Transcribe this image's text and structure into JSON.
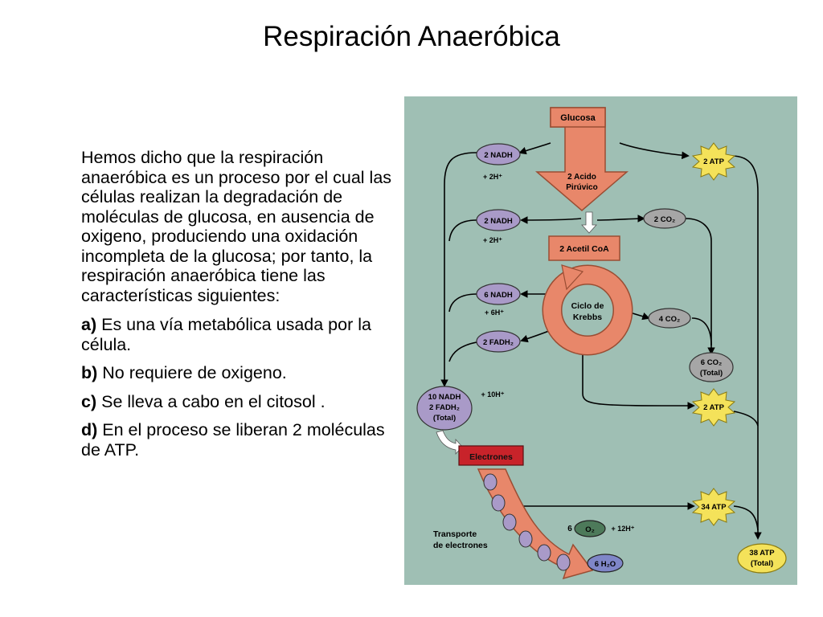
{
  "slide": {
    "title": "Respiración Anaeróbica",
    "intro": "Hemos dicho que la respiración anaeróbica es un proceso por el cual las células  realizan la degradación de moléculas  de glucosa, en ausencia  de oxigeno, produciendo una oxidación incompleta de la glucosa; por tanto, la respiración anaeróbica tiene las características siguientes:",
    "points": [
      {
        "letter": "a)",
        "text": " Es una vía  metabólica usada por la célula."
      },
      {
        "letter": "b)",
        "text": " No requiere  de oxigeno."
      },
      {
        "letter": "c)",
        "text": " Se lleva a cabo  en el citosol ."
      },
      {
        "letter": "d)",
        "text": " En el proceso se liberan 2 moléculas  de ATP."
      }
    ]
  },
  "diagram": {
    "colors": {
      "background": "#9fbfb4",
      "salmon": "#e8876a",
      "salmon_border": "#9a4d33",
      "nadh_fill": "#a99ac8",
      "co2_fill": "#a6a6a6",
      "atp_fill": "#f4e25a",
      "electrones_fill": "#c8232a",
      "oxygen_fill": "#4d7a5a",
      "water_fill": "#7f86c8",
      "arrow": "#000000"
    },
    "glucosa": "Glucosa",
    "acido_line1": "2 Acido",
    "acido_line2": "Pirúvico",
    "acetil": "2 Acetil CoA",
    "ciclo_line1": "Ciclo de",
    "ciclo_line2": "Krebbs",
    "nadh1": "2 NADH",
    "h1": "+ 2H⁺",
    "nadh2": "2 NADH",
    "h2": "+ 2H⁺",
    "nadh3": "6 NADH",
    "h3": "+ 6H⁺",
    "fadh": "2 FADH₂",
    "total_line1": "10 NADH",
    "total_line2": "2 FADH₂",
    "total_line3": "(Total)",
    "h_total": "+ 10H⁺",
    "co2_a": "2 CO₂",
    "co2_b": "4 CO₂",
    "co2_total_line1": "6 CO₂",
    "co2_total_line2": "(Total)",
    "atp1": "2 ATP",
    "atp2": "2 ATP",
    "atp3": "34 ATP",
    "atp_total_line1": "38 ATP",
    "atp_total_line2": "(Total)",
    "electrones": "Electrones",
    "transporte_line1": "Transporte",
    "transporte_line2": "de electrones",
    "oxygen_coef": "6",
    "oxygen": "O₂",
    "oxygen_h": "+ 12H⁺",
    "water": "6 H₂O"
  }
}
